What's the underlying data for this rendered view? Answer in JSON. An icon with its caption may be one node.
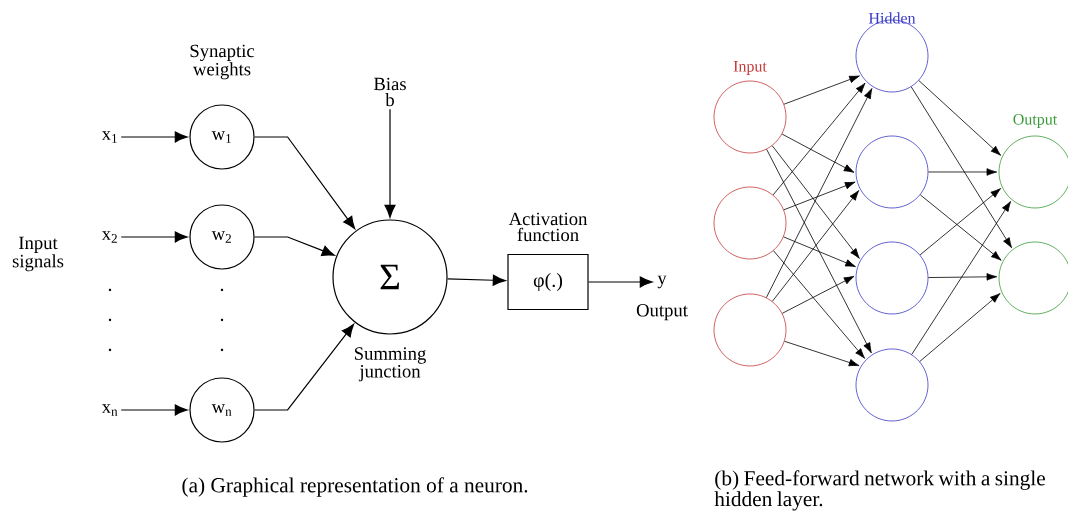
{
  "diagram": {
    "nodes": [
      {
        "text": [
          "x$_{1}$"
        ]
      },
      {
        "text": [
          "x$_{2}$"
        ]
      },
      {
        "text": [
          "x$_{n}$"
        ]
      },
      {
        "text": [
          "w$_{1}$"
        ]
      },
      {
        "text": [
          "w$_{2}$"
        ]
      },
      {
        "text": [
          "w$_{n}$"
        ]
      },
      {
        "text": [
          "Bias",
          "b"
        ]
      },
      {
        "text": [
          "Σ"
        ],
        "beside": [
          "Summing junction"
        ]
      },
      {
        "text": [
          "Activation function",
          "φ(.)"
        ]
      },
      {
        "text": [
          "y"
        ],
        "beside": [
          "Output"
        ]
      },
      {
        "text": [],
        "shape": "circle"
      },
      {
        "text": [],
        "shape": "circle"
      },
      {
        "text": [],
        "shape": "circle"
      },
      {
        "text": [],
        "shape": "circle"
      },
      {
        "text": [],
        "shape": "circle"
      },
      {
        "text": [],
        "shape": "circle"
      },
      {
        "text": [],
        "shape": "circle"
      },
      {
        "text": [],
        "shape": "circle"
      },
      {
        "text": [],
        "shape": "circle"
      }
    ],
    "edges": [
      {
        "from": 0,
        "to": 3,
        "arrow": "to"
      },
      {
        "from": 1,
        "to": 4,
        "arrow": "to"
      },
      {
        "from": 2,
        "to": 5,
        "arrow": "to"
      },
      {
        "from": 3,
        "to": 7,
        "arrow": "to"
      },
      {
        "from": 4,
        "to": 7,
        "arrow": "to"
      },
      {
        "from": 5,
        "to": 7,
        "arrow": "to"
      },
      {
        "from": 6,
        "to": 7,
        "arrow": "to"
      },
      {
        "from": 7,
        "to": 8,
        "arrow": "to"
      },
      {
        "from": 8,
        "to": 9,
        "arrow": "to"
      },
      {
        "from": 10,
        "to": 13,
        "arrow": "to"
      },
      {
        "from": 10,
        "to": 14,
        "arrow": "to"
      },
      {
        "from": 10,
        "to": 15,
        "arrow": "to"
      },
      {
        "from": 10,
        "to": 16,
        "arrow": "to"
      },
      {
        "from": 11,
        "to": 13,
        "arrow": "to"
      },
      {
        "from": 11,
        "to": 14,
        "arrow": "to"
      },
      {
        "from": 11,
        "to": 15,
        "arrow": "to"
      },
      {
        "from": 11,
        "to": 16,
        "arrow": "to"
      },
      {
        "from": 12,
        "to": 13,
        "arrow": "to"
      },
      {
        "from": 12,
        "to": 14,
        "arrow": "to"
      },
      {
        "from": 12,
        "to": 15,
        "arrow": "to"
      },
      {
        "from": 12,
        "to": 16,
        "arrow": "to"
      },
      {
        "from": 13,
        "to": 17,
        "arrow": "to"
      },
      {
        "from": 13,
        "to": 18,
        "arrow": "to"
      },
      {
        "from": 14,
        "to": 17,
        "arrow": "to"
      },
      {
        "from": 14,
        "to": 18,
        "arrow": "to"
      },
      {
        "from": 15,
        "to": 17,
        "arrow": "to"
      },
      {
        "from": 15,
        "to": 18,
        "arrow": "to"
      },
      {
        "from": 16,
        "to": 17,
        "arrow": "to"
      },
      {
        "from": 16,
        "to": 18,
        "arrow": "to"
      }
    ],
    "labels": [
      "Synaptic weights",
      "Hidden",
      "Input",
      "Output",
      "Input signals",
      "(a) Graphical representation of a neuron.",
      "(b) Feed-forward network with a single hidden layer."
    ]
  }
}
